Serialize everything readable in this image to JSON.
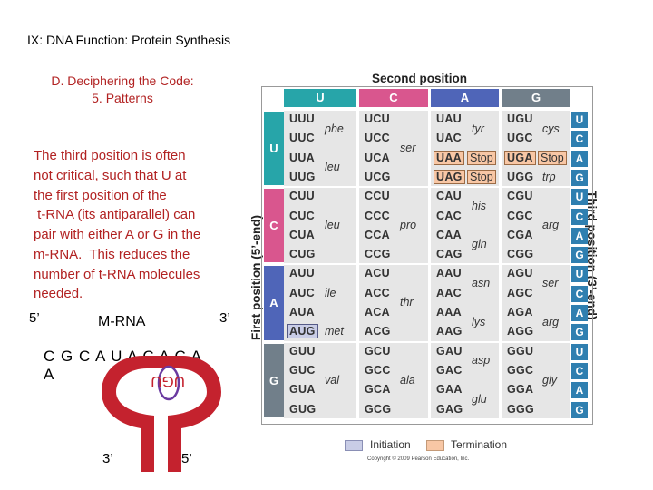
{
  "slide": {
    "title": "IX: DNA Function: Protein Synthesis",
    "subtitle_line1": "D. Deciphering the Code:",
    "subtitle_line2": "5. Patterns",
    "paragraph_lines": [
      "The third position is often",
      "not critical, such that U at",
      "the first position of the",
      " t-RNA (its antiparallel) can",
      "pair with either A or G in the",
      "m-RNA.  This reduces the",
      "number of t-RNA molecules",
      "needed."
    ]
  },
  "diagram": {
    "five_prime": "5’",
    "three_prime": "3’",
    "mrna_label": "M-RNA",
    "mrna_sequence": "C  G C  A U A C A C A",
    "mrna_sequence_2": "A",
    "anticodon": "UGU",
    "trna_three_prime": "3’",
    "trna_five_prime": "5’"
  },
  "table": {
    "second_position_title": "Second position",
    "first_position_label": "First position (5’-end)",
    "third_position_label": "Third position (3’-end)",
    "columns": [
      "U",
      "C",
      "A",
      "G"
    ],
    "rows": [
      "U",
      "C",
      "A",
      "G"
    ],
    "third_letters": [
      "U",
      "C",
      "A",
      "G"
    ],
    "codons": [
      [
        [
          "UUU",
          "UUC",
          "UUA",
          "UUG"
        ],
        [
          "UCU",
          "UCC",
          "UCA",
          "UCG"
        ],
        [
          "UAU",
          "UAC",
          "UAA",
          "UAG"
        ],
        [
          "UGU",
          "UGC",
          "UGA",
          "UGG"
        ]
      ],
      [
        [
          "CUU",
          "CUC",
          "CUA",
          "CUG"
        ],
        [
          "CCU",
          "CCC",
          "CCA",
          "CCG"
        ],
        [
          "CAU",
          "CAC",
          "CAA",
          "CAG"
        ],
        [
          "CGU",
          "CGC",
          "CGA",
          "CGG"
        ]
      ],
      [
        [
          "AUU",
          "AUC",
          "AUA",
          "AUG"
        ],
        [
          "ACU",
          "ACC",
          "ACA",
          "ACG"
        ],
        [
          "AAU",
          "AAC",
          "AAA",
          "AAG"
        ],
        [
          "AGU",
          "AGC",
          "AGA",
          "AGG"
        ]
      ],
      [
        [
          "GUU",
          "GUC",
          "GUA",
          "GUG"
        ],
        [
          "GCU",
          "GCC",
          "GCA",
          "GCG"
        ],
        [
          "GAU",
          "GAC",
          "GAA",
          "GAG"
        ],
        [
          "GGU",
          "GGC",
          "GGA",
          "GGG"
        ]
      ]
    ],
    "amino_acids": [
      [
        [
          {
            "t": "phe",
            "pos": 0.5
          },
          {
            "t": "leu",
            "pos": 2.5
          }
        ],
        [
          {
            "t": "ser",
            "pos": 1.5
          }
        ],
        [
          {
            "t": "tyr",
            "pos": 0.5
          },
          {
            "t": "Stop",
            "pos": 2
          },
          {
            "t": "Stop",
            "pos": 3
          }
        ],
        [
          {
            "t": "cys",
            "pos": 0.5
          },
          {
            "t": "Stop",
            "pos": 2
          },
          {
            "t": "trp",
            "pos": 3
          }
        ]
      ],
      [
        [
          {
            "t": "leu",
            "pos": 1.5
          }
        ],
        [
          {
            "t": "pro",
            "pos": 1.5
          }
        ],
        [
          {
            "t": "his",
            "pos": 0.5
          },
          {
            "t": "gln",
            "pos": 2.5
          }
        ],
        [
          {
            "t": "arg",
            "pos": 1.5
          }
        ]
      ],
      [
        [
          {
            "t": "ile",
            "pos": 1
          },
          {
            "t": "met",
            "pos": 3
          }
        ],
        [
          {
            "t": "thr",
            "pos": 1.5
          }
        ],
        [
          {
            "t": "asn",
            "pos": 0.5
          },
          {
            "t": "lys",
            "pos": 2.5
          }
        ],
        [
          {
            "t": "ser",
            "pos": 0.5
          },
          {
            "t": "arg",
            "pos": 2.5
          }
        ]
      ],
      [
        [
          {
            "t": "val",
            "pos": 1.5
          }
        ],
        [
          {
            "t": "ala",
            "pos": 1.5
          }
        ],
        [
          {
            "t": "asp",
            "pos": 0.5
          },
          {
            "t": "glu",
            "pos": 2.5
          }
        ],
        [
          {
            "t": "gly",
            "pos": 1.5
          }
        ]
      ]
    ],
    "termination_codons": [
      "UAA",
      "UAG",
      "UGA"
    ],
    "initiation_codons": [
      "AUG"
    ],
    "legend": {
      "initiation": "Initiation",
      "termination": "Termination"
    },
    "copyright": "Copyright © 2009 Pearson Education, Inc."
  },
  "colors": {
    "red_text": "#b22222",
    "col_U": "#27a5a9",
    "col_C": "#d9568e",
    "col_A": "#4f65b8",
    "col_G": "#717f8a",
    "third": "#2f7fb0",
    "trna": "#c4222e",
    "circle": "#6a3aa0",
    "termination": "#f8c7a5",
    "initiation": "#c9cde6"
  }
}
